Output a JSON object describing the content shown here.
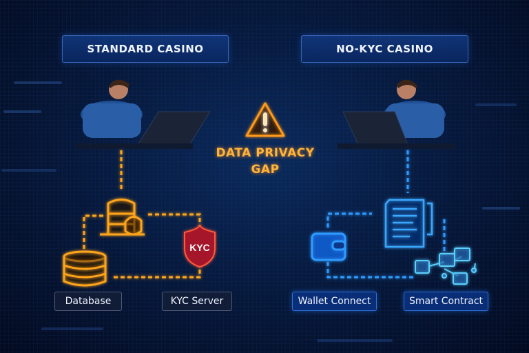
{
  "left_panel": {
    "title": "STANDARD CASINO",
    "nodes": [
      {
        "label": "Database"
      },
      {
        "label": "KYC Server"
      }
    ],
    "shield_text": "KYC",
    "accent_color": "#ffa51f"
  },
  "right_panel": {
    "title": "NO-KYC CASINO",
    "nodes": [
      {
        "label": "Wallet Connect"
      },
      {
        "label": "Smart Contract"
      }
    ],
    "accent_color": "#2f9bff"
  },
  "center": {
    "warning_line1": "DATA PRIVACY",
    "warning_line2": "GAP",
    "warning_color": "#ffb43a",
    "divider_color": "#ff9a1a"
  },
  "icons": {
    "warning": "warning-triangle-icon",
    "database": "database-icon",
    "kyc_shield": "shield-icon",
    "wallet": "wallet-icon",
    "contract": "document-icon",
    "blockchain": "blockchain-network-icon",
    "user": "person-laptop-icon"
  }
}
